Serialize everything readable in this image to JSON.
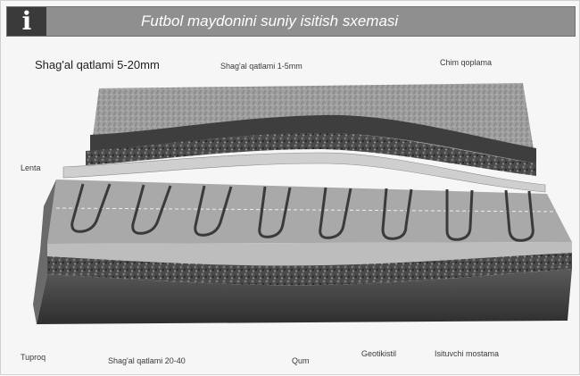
{
  "header": {
    "title": "Futbol maydonini suniy isitish sxemasi",
    "icon": "info-icon",
    "accent_color": "#8f8f8f"
  },
  "labels": {
    "gravel_top": "Shag'al qatlami 5-20mm",
    "gravel_thin": "Shag'al qatlami 1-5mm",
    "turf": "Chim qoplama",
    "tape": "Lenta",
    "soil": "Tuproq",
    "gravel_bottom": "Shag'al qatlami 20-40",
    "sand": "Qum",
    "geotextile": "Geotikistil",
    "heating_mat": "Isituvchi mostama"
  },
  "heating_loops": 8
}
